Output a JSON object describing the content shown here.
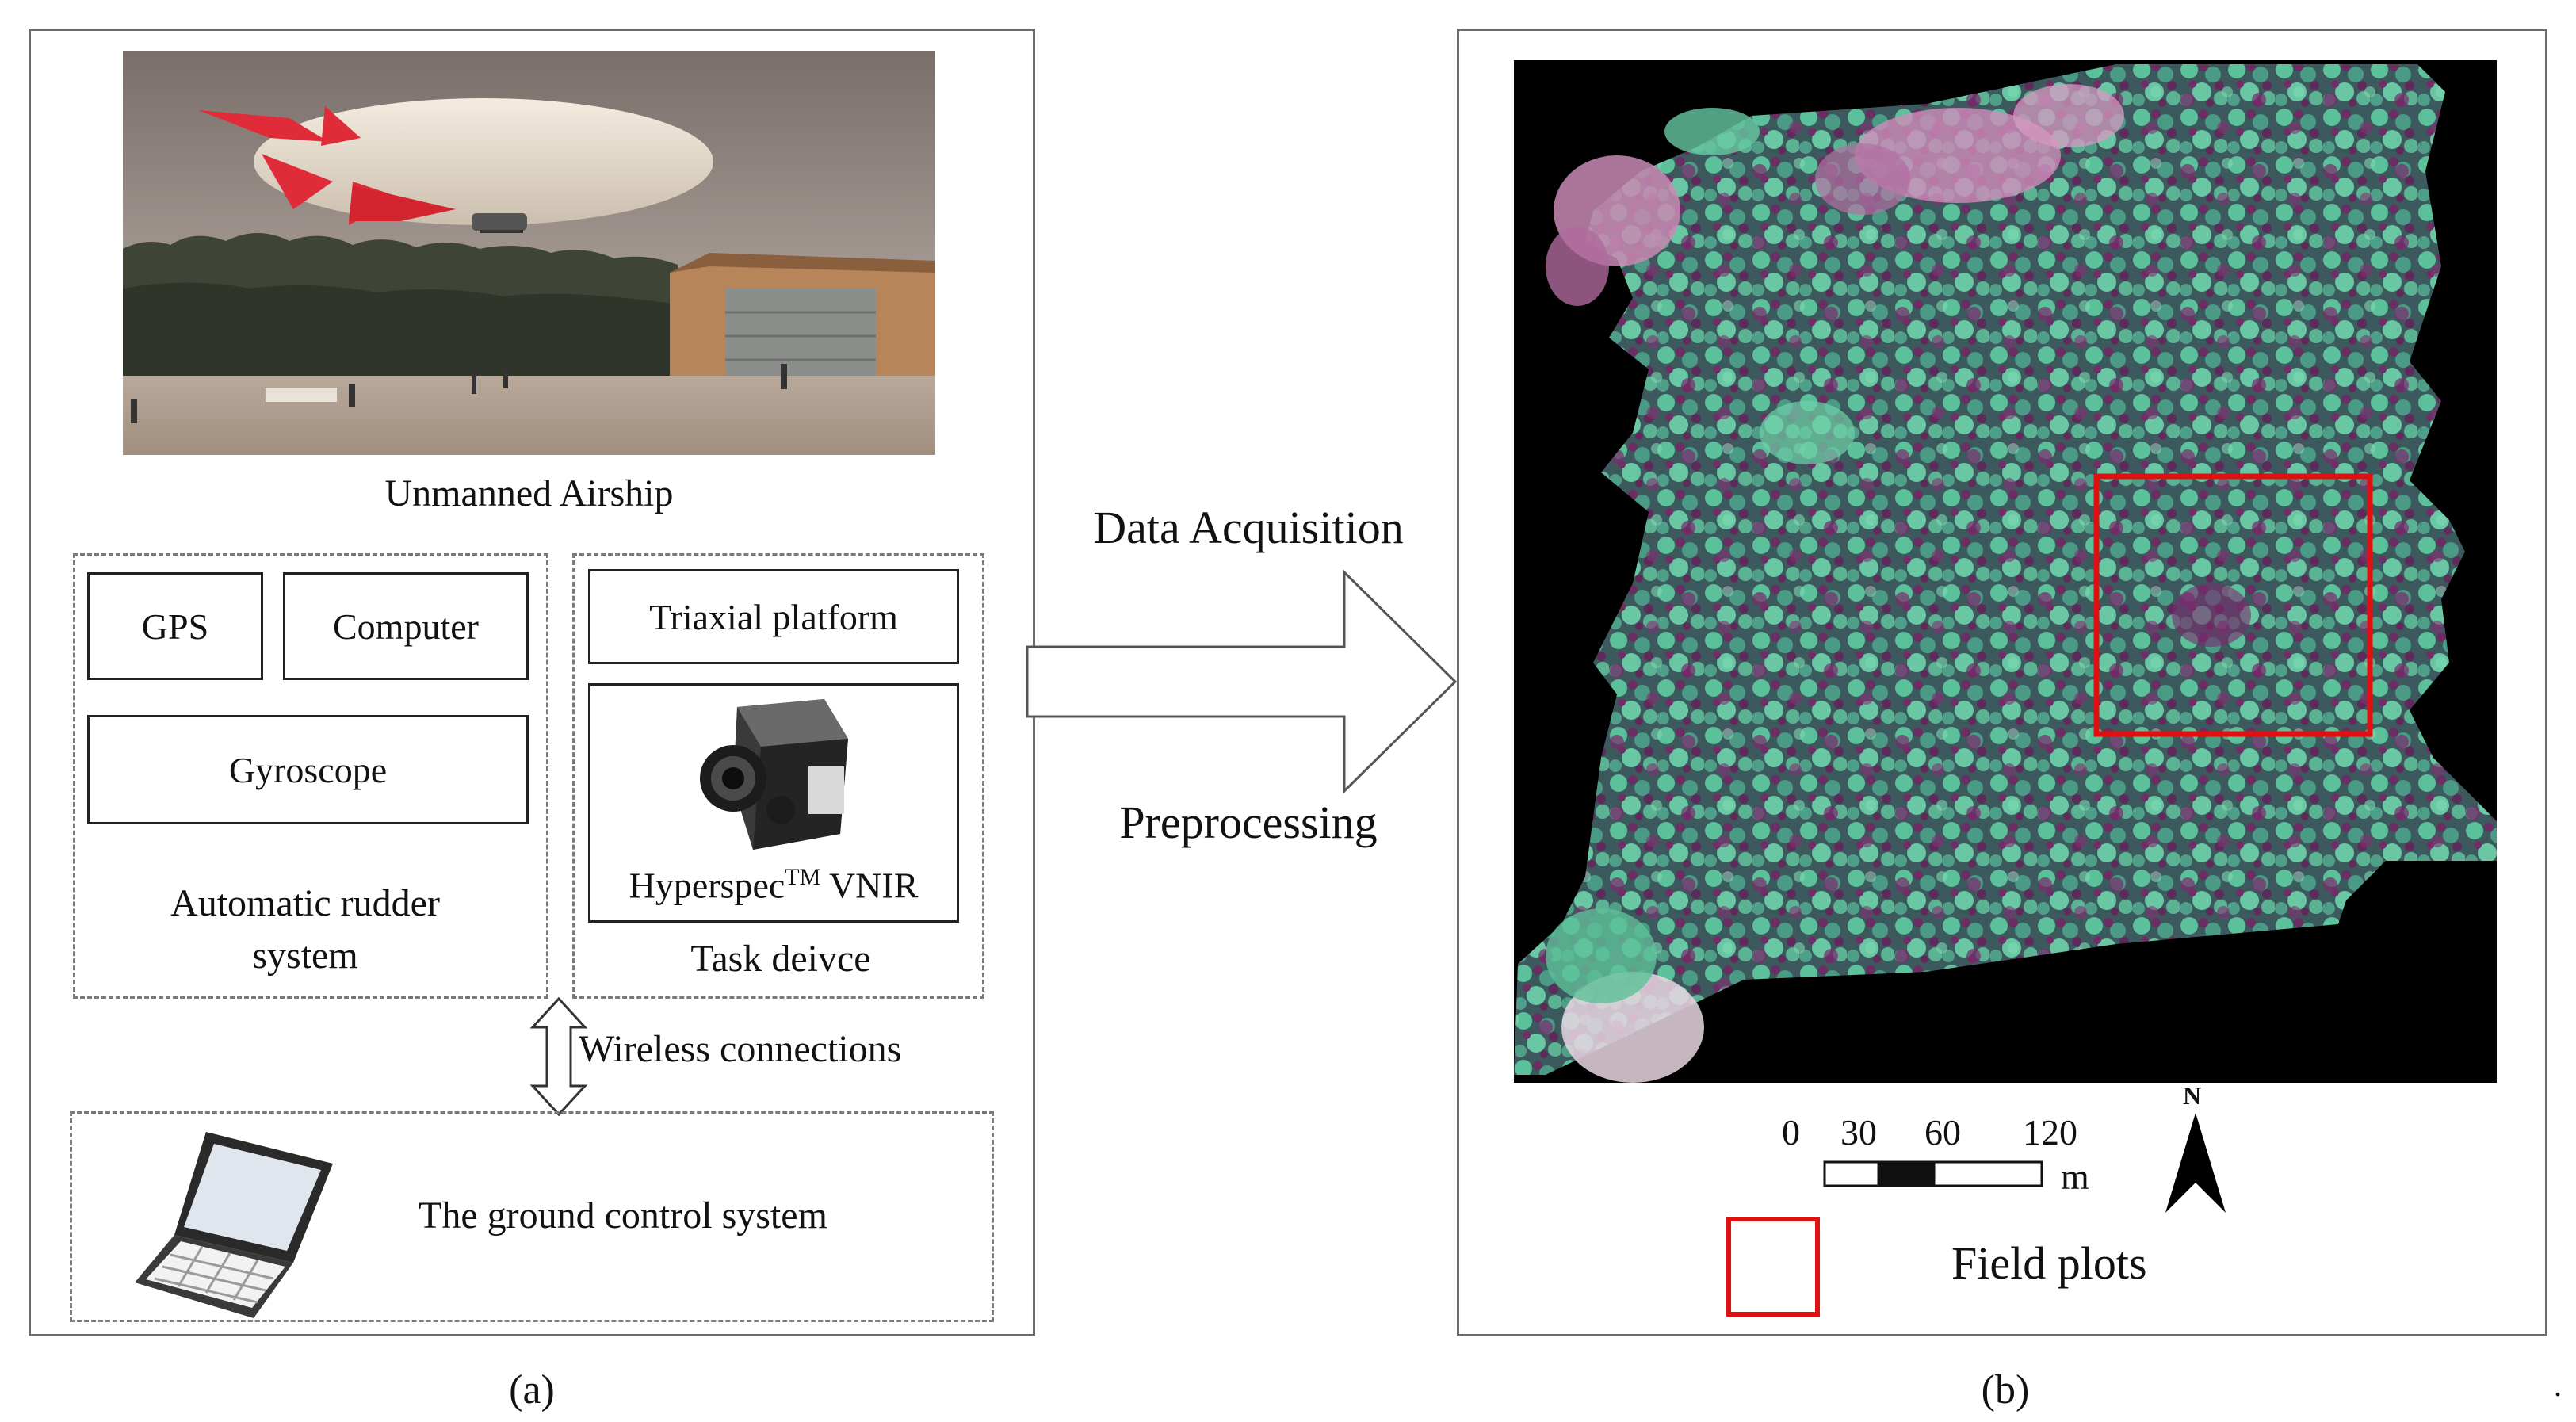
{
  "panel_a": {
    "photo_caption": "Unmanned Airship",
    "rudder_system": {
      "gps": "GPS",
      "computer": "Computer",
      "gyroscope": "Gyroscope",
      "label_line1": "Automatic rudder",
      "label_line2": "system"
    },
    "task_device": {
      "triaxial": "Triaxial platform",
      "sensor_name": "Hyperspec",
      "sensor_tm": "TM",
      "sensor_suffix": " VNIR",
      "label": "Task deivce"
    },
    "wireless": "Wireless connections",
    "ground_control": "The ground control system",
    "caption": "(a)"
  },
  "arrow": {
    "top_label": "Data Acquisition",
    "bottom_label": "Preprocessing"
  },
  "panel_b": {
    "scale_ticks": [
      "0",
      "30",
      "60",
      "120"
    ],
    "scale_unit": "m",
    "north": "N",
    "legend_label": "Field plots",
    "caption": "(b)"
  },
  "trailing_mark": ".",
  "colors": {
    "plot_red": "#e01010",
    "canopy_green": "#4fb08a",
    "canopy_magenta": "#b0307a",
    "background_black": "#000000"
  }
}
